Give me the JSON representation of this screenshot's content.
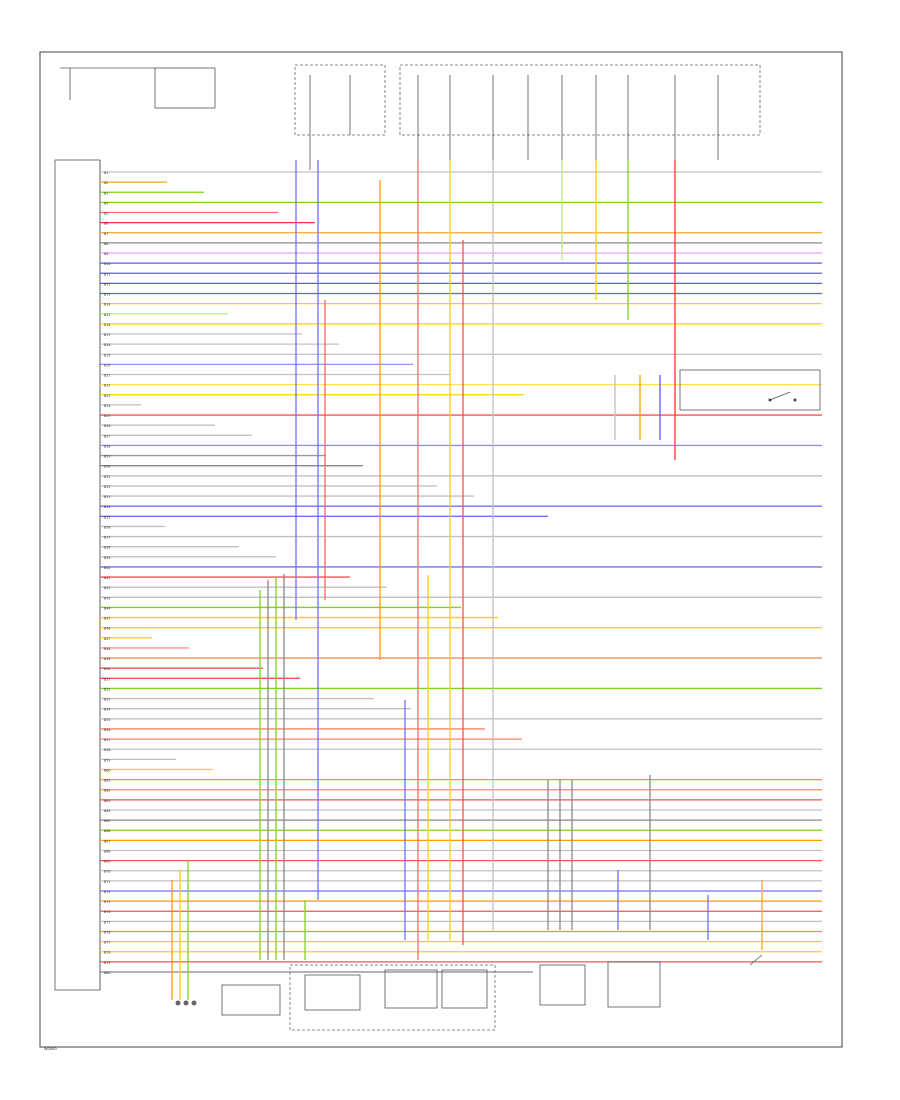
{
  "diagram": {
    "corner_code": "W0000",
    "pin_labels_left": [
      "B1",
      "B2",
      "B3",
      "B4",
      "B5",
      "B6",
      "B7",
      "B8",
      "B9",
      "B10",
      "B11",
      "B12",
      "B13",
      "B14",
      "B15",
      "B16",
      "B17",
      "B18",
      "B19",
      "B20",
      "B21",
      "B22",
      "B23",
      "B24",
      "B25",
      "B26",
      "B27",
      "B28",
      "B29",
      "B30",
      "B31",
      "B32",
      "B33",
      "B34",
      "B35",
      "B36",
      "B37",
      "B38",
      "B39",
      "B40",
      "B41",
      "B42",
      "B43",
      "B44",
      "B45",
      "B46",
      "B47",
      "B48",
      "B49",
      "B50",
      "B51",
      "B52",
      "B53",
      "B54",
      "B55",
      "B56",
      "B57",
      "B58",
      "B59",
      "B60",
      "B61",
      "B62",
      "B63",
      "B64",
      "B65",
      "B66",
      "B67",
      "B68",
      "B69",
      "B70",
      "B71",
      "B72",
      "B73",
      "B74",
      "B75",
      "B76",
      "B77",
      "B78",
      "B79",
      "B80"
    ]
  }
}
